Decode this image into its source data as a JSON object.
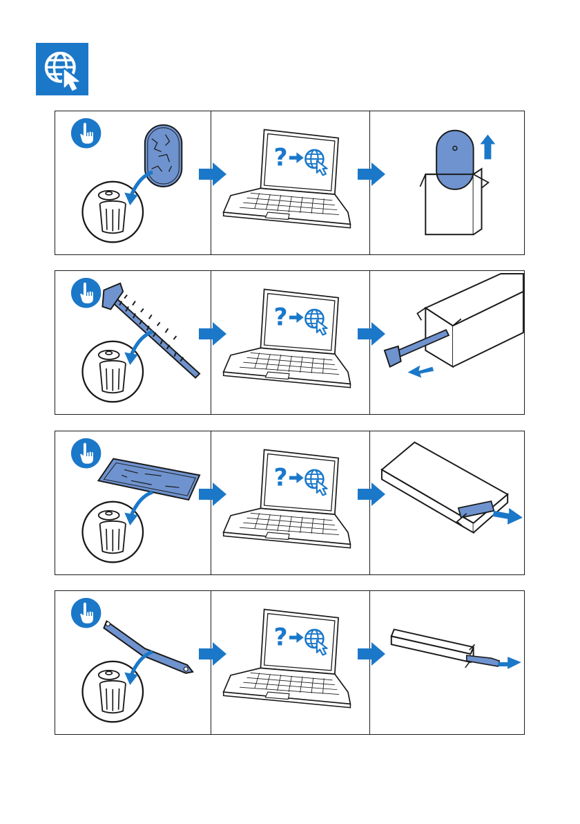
{
  "colors": {
    "accent": "#1b78c9",
    "part_blue": "#6f93cf",
    "line": "#1a1a1a",
    "background": "#ffffff"
  },
  "header": {
    "icon": "globe-cursor-icon"
  },
  "rows": [
    {
      "part": "filter-pad",
      "steps": [
        "discard-old-part-icon",
        "laptop-search-online-icon",
        "new-part-from-box"
      ]
    },
    {
      "part": "brush-roll",
      "steps": [
        "discard-old-part-icon",
        "laptop-search-online-icon",
        "new-part-from-box"
      ]
    },
    {
      "part": "mop-pad",
      "steps": [
        "discard-old-part-icon",
        "laptop-search-online-icon",
        "new-part-from-box"
      ]
    },
    {
      "part": "side-arm",
      "steps": [
        "discard-old-part-icon",
        "laptop-search-online-icon",
        "new-part-from-box"
      ]
    }
  ]
}
